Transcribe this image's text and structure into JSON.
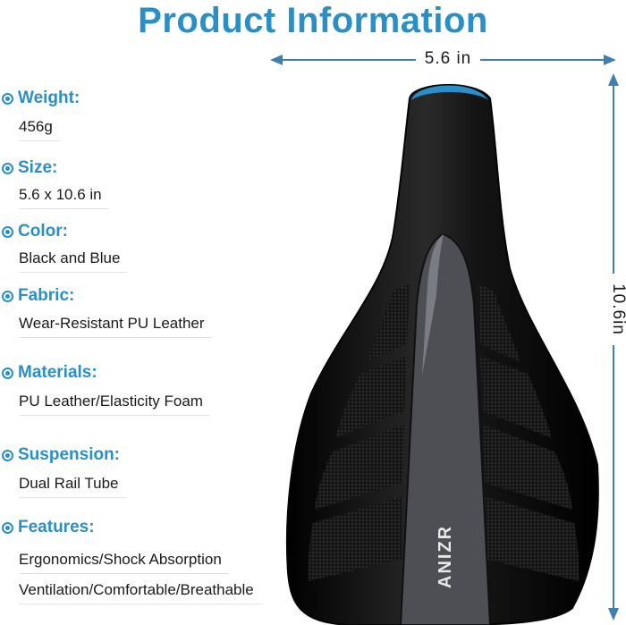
{
  "title": "Product Information",
  "dimensions": {
    "width": "5.6 in",
    "height": "10.6in"
  },
  "brand": "ANIZR",
  "colors": {
    "accent": "#2a8fc7",
    "saddle": "#0e0e0e",
    "center_strip": "#4d4f55"
  },
  "specs": [
    {
      "label": "Weight:",
      "values": [
        "456g"
      ]
    },
    {
      "label": "Size:",
      "values": [
        "5.6 x 10.6 in"
      ]
    },
    {
      "label": "Color:",
      "values": [
        "Black and Blue"
      ]
    },
    {
      "label": "Fabric:",
      "values": [
        "Wear-Resistant PU Leather"
      ]
    },
    {
      "label": "Materials:",
      "values": [
        "PU Leather/Elasticity Foam"
      ]
    },
    {
      "label": "Suspension:",
      "values": [
        "Dual Rail Tube"
      ]
    },
    {
      "label": "Features:",
      "values": [
        "Ergonomics/Shock Absorption",
        "Ventilation/Comfortable/Breathable"
      ]
    }
  ]
}
